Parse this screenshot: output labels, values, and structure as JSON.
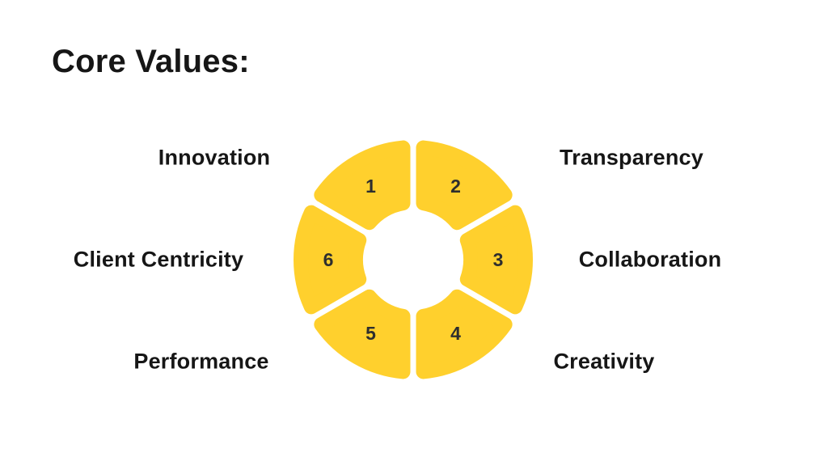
{
  "title": "Core Values:",
  "wheel": {
    "segments": [
      {
        "number": "1",
        "label": "Innovation",
        "position": "top-left"
      },
      {
        "number": "2",
        "label": "Transparency",
        "position": "top-right"
      },
      {
        "number": "3",
        "label": "Collaboration",
        "position": "right"
      },
      {
        "number": "4",
        "label": "Creativity",
        "position": "bottom-right"
      },
      {
        "number": "5",
        "label": "Performance",
        "position": "bottom-left"
      },
      {
        "number": "6",
        "label": "Client Centricity",
        "position": "left"
      }
    ]
  },
  "colors": {
    "segment_fill": "#FFD02D",
    "number_text": "#2E2E2E",
    "label_text": "#161616",
    "background": "#FFFFFF"
  }
}
